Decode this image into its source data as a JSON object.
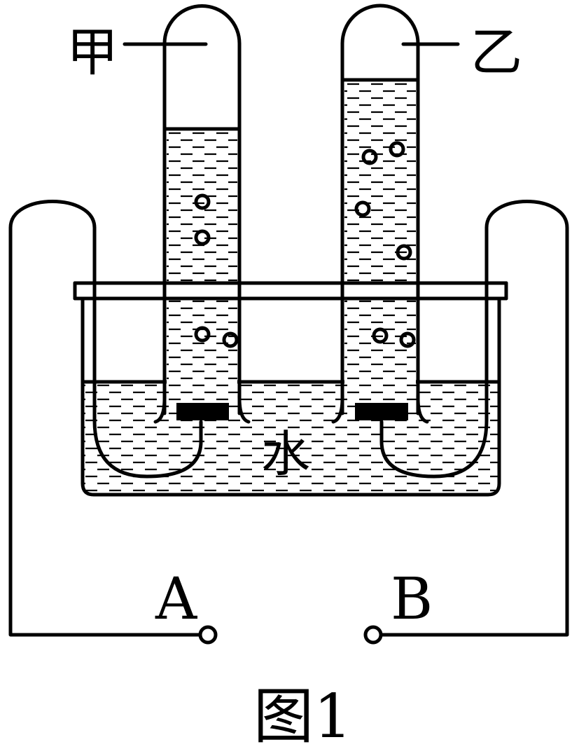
{
  "labels": {
    "tube_left": "甲",
    "tube_right": "乙",
    "water": "水",
    "terminal_a": "A",
    "terminal_b": "B",
    "caption": "图1"
  }
}
